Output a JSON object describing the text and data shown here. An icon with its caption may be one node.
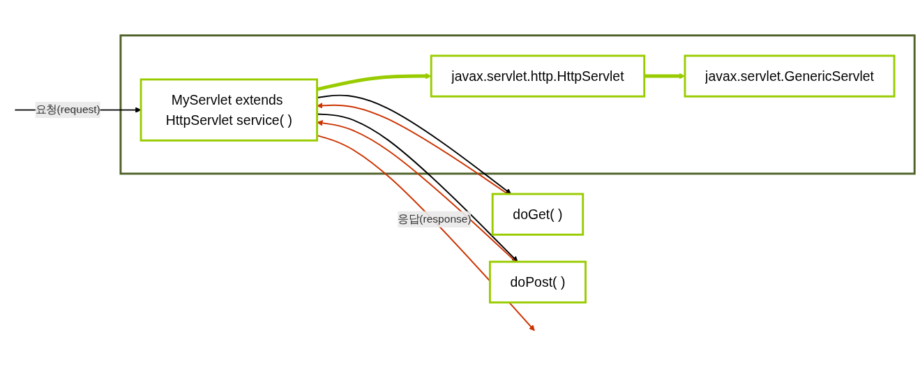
{
  "diagram": {
    "nodes": [
      {
        "text": [],
        "shape": "box"
      },
      {
        "text": [
          "javax.servlet.GenericServlet"
        ],
        "in": 0
      },
      {
        "text": [
          "javax.servlet.http.HttpServlet"
        ],
        "in": 0
      },
      {
        "text": [
          "MyServlet extends HttpServlet service( )"
        ],
        "in": 0
      },
      {
        "text": [
          "doGet( )"
        ]
      },
      {
        "text": [
          "doPost( )"
        ]
      }
    ],
    "edges": [
      {
        "from": 3,
        "to": 2,
        "arrow": "to",
        "style": "thick",
        "color": "#99cc00"
      },
      {
        "from": 2,
        "to": 1,
        "arrow": "to",
        "style": "thick",
        "color": "#99cc00"
      },
      {
        "from": null,
        "to": 3,
        "arrow": "to",
        "label": "요청(request)",
        "color": "#000000"
      },
      {
        "from": 3,
        "to": null,
        "arrow": "to",
        "label": "응답(response)",
        "color": "#cc3300"
      },
      {
        "from": 3,
        "to": 4,
        "arrow": "to",
        "color": "#000000"
      },
      {
        "from": 3,
        "to": 5,
        "arrow": "to",
        "color": "#000000"
      },
      {
        "from": 4,
        "to": 3,
        "arrow": "to",
        "color": "#cc3300"
      },
      {
        "from": 5,
        "to": 3,
        "arrow": "to",
        "color": "#cc3300"
      }
    ]
  }
}
